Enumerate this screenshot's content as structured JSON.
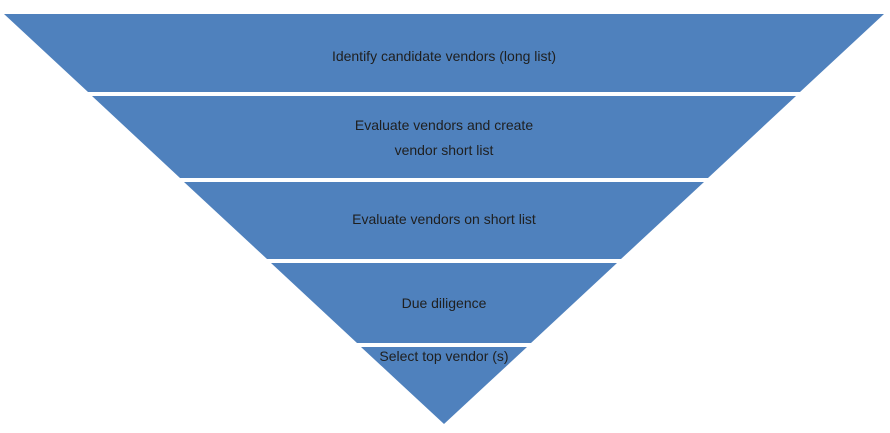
{
  "diagram": {
    "type": "inverted-funnel",
    "background_color": "#ffffff",
    "segment_fill": "#4f81bd",
    "separator_color": "#ffffff",
    "text_color": "#1f1f1f",
    "segments": [
      {
        "label": "Identify candidate vendors (long list)",
        "lines": [
          "Identify candidate vendors (long list)"
        ]
      },
      {
        "label": "Evaluate vendors and create vendor short list",
        "lines": [
          "Evaluate vendors and create",
          "vendor short list"
        ]
      },
      {
        "label": "Evaluate vendors on short list",
        "lines": [
          "Evaluate vendors on short list"
        ]
      },
      {
        "label": "Due diligence",
        "lines": [
          "Due diligence"
        ]
      },
      {
        "label": "Select top vendor (s)",
        "lines": [
          "Select top vendor (s)"
        ]
      }
    ]
  }
}
